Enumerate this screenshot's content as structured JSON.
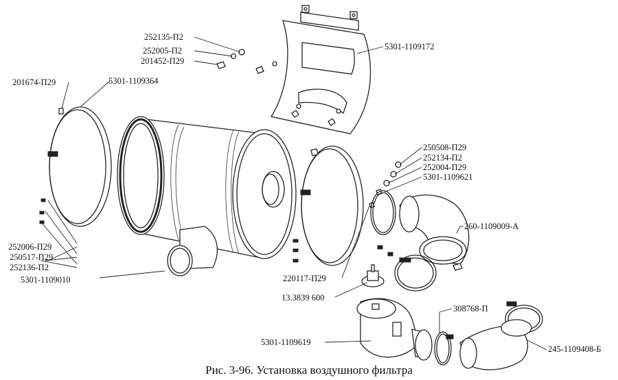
{
  "caption": "Рис. 3-96. Установка воздушного фильтра",
  "labels": {
    "l252135": "252135-П2",
    "l252005": "252005-П2",
    "l201452": "201452-П29",
    "l5301_1109172": "5301-1109172",
    "l201674": "201674-П29",
    "l5301_1109364": "5301-1109364",
    "l250508": "250508-П29",
    "l252134": "252134-П2",
    "l252004": "252004-П29",
    "l5301_1109621": "5301-1109621",
    "l260_1109009": "260-1109009-А",
    "l252006": "252006-П29",
    "l250517": "250517-П29",
    "l252136": "252136-П2",
    "l5301_1109010": "5301-1109010",
    "l220117": "220117-П29",
    "l13_3839": "13.3839 600",
    "l308768": "308768-П",
    "l5301_1109619": "5301-1109619",
    "l245_1109408": "245-1109408-Б"
  }
}
